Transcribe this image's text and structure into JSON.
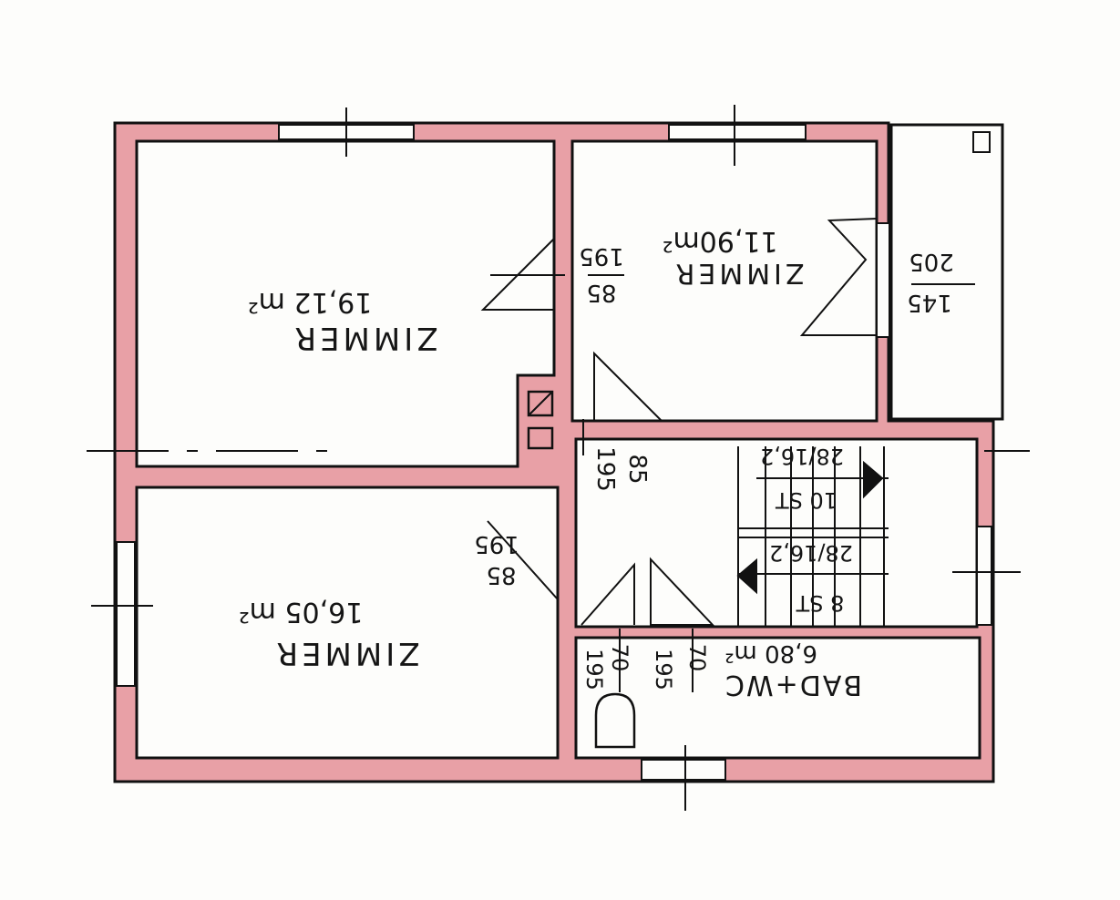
{
  "colors": {
    "wall_fill": "#e8a0a6",
    "line": "#111111",
    "paper": "#fdfdfb"
  },
  "orientation_note_visible": false,
  "rooms": [
    {
      "name": "ZIMMER",
      "area": "19,12 m²"
    },
    {
      "name": "ZIMMER",
      "area": "11,90m²"
    },
    {
      "name": "ZIMMER",
      "area": "16,05 m²"
    },
    {
      "name": "BAD+WC",
      "area": "6,80 m²"
    }
  ],
  "doors": [
    {
      "width": "85",
      "height": "195"
    },
    {
      "width": "85",
      "height": "195"
    },
    {
      "width": "85",
      "height": "195"
    },
    {
      "width": "70",
      "height": "195"
    },
    {
      "width": "70",
      "height": "195"
    },
    {
      "width": "145",
      "height": "205"
    }
  ],
  "stairs": [
    {
      "count": "10 ST",
      "dims": "28/16,2"
    },
    {
      "count": "8 ST",
      "dims": "28/16,2"
    }
  ]
}
